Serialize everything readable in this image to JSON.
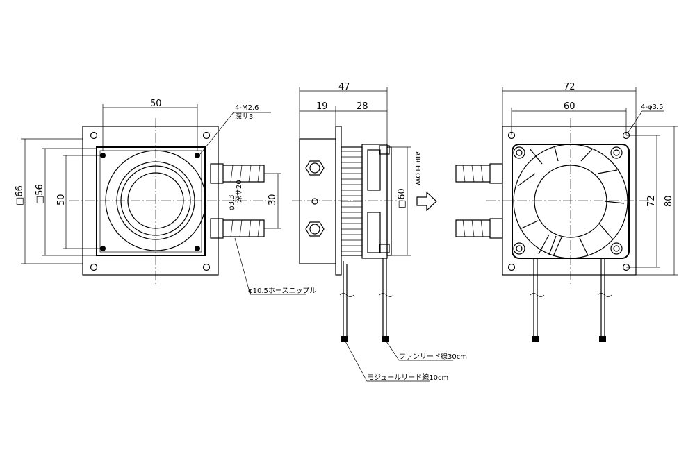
{
  "front_view": {
    "dim_width_top": "50",
    "dim_outer": "□66",
    "dim_inner": "□56",
    "dim_height": "50",
    "dim_port_spacing": "30",
    "dim_hole_dia": "φ3.3",
    "dim_hole_depth": "深サ20",
    "label_screw": "4-M2.6",
    "label_screw_depth": "深サ3",
    "label_nipple": "φ10.5ホースニップル"
  },
  "side_view": {
    "dim_total": "47",
    "dim_left": "19",
    "dim_right": "28",
    "dim_fan": "□60",
    "label_airflow": "AIR FLOW",
    "label_fan_lead": "ファンリード線30cm",
    "label_module_lead": "モジュールリード線10cm"
  },
  "rear_view": {
    "dim_outer_width": "72",
    "dim_hole_pitch": "60",
    "dim_hole_pitch_v": "72",
    "dim_outer_height": "80",
    "label_holes": "4-φ3.5"
  }
}
